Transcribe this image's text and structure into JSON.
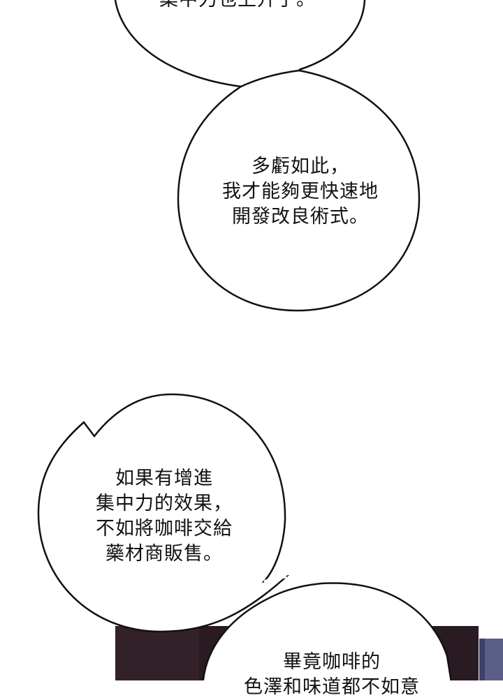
{
  "colors": {
    "background": "#ffffff",
    "bubble_fill": "#ffffff",
    "bubble_stroke": "#111111",
    "text": "#111111",
    "dark_panel": "#2a1a22",
    "panel_highlight": "#5b5f88"
  },
  "bubbles": [
    {
      "lines": [
        "集中力也上升了。"
      ]
    },
    {
      "lines": [
        "多虧如此，",
        "我才能夠更快速地",
        "開發改良術式。"
      ]
    },
    {
      "lines": [
        "如果有增進",
        "集中力的效果，",
        "不如將咖啡交給",
        "藥材商販售。"
      ]
    },
    {
      "lines": [
        "畢竟咖啡的",
        "色澤和味道都不如意"
      ]
    }
  ]
}
